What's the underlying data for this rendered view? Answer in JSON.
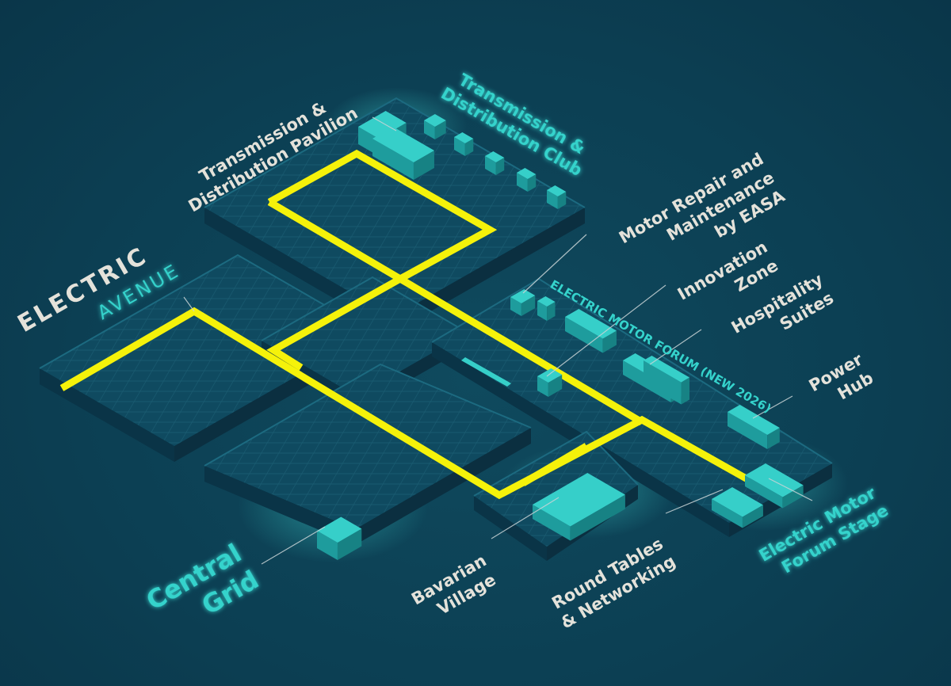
{
  "title": "Electric Motor Forum Floor Map",
  "colors": {
    "background": "#0d4256",
    "platform": "#0f4a60",
    "path": "#f5f20a",
    "booth": "#2fc4c0",
    "label": "#e4e2da",
    "accent": "#35d3cc"
  },
  "areas": {
    "td_pavilion": [
      "Transmission &",
      "Distribution Pavilion"
    ],
    "td_club": [
      "Transmission &",
      "Distribution Club"
    ],
    "motor_repair": [
      "Motor Repair and",
      "Maintenance",
      "by EASA"
    ],
    "innovation": [
      "Innovation",
      "Zone"
    ],
    "hospitality": [
      "Hospitality",
      "Suites"
    ],
    "power_hub": [
      "Power",
      "Hub"
    ],
    "forum_banner": "ELECTRIC MOTOR FORUM (NEW 2026)",
    "electric_avenue": {
      "line1": "ELECTRIC",
      "line2": "AVENUE"
    },
    "central_grid": [
      "Central",
      "Grid"
    ],
    "bavarian": [
      "Bavarian",
      "Village"
    ],
    "round_tables": [
      "Round Tables",
      "& Networking"
    ],
    "forum_stage": [
      "Electric Motor",
      "Forum Stage"
    ]
  }
}
